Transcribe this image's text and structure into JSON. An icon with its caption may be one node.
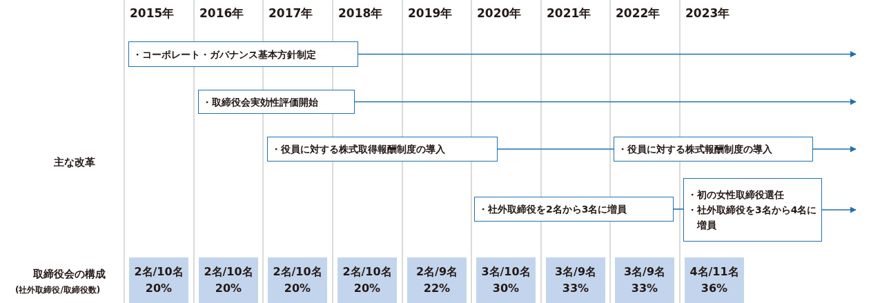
{
  "diagram": {
    "nodes": [
      {
        "text": [
          "・コーポレート・ガバナンス基本方針制定"
        ]
      },
      {
        "text": [
          "・取締役会実効性評価開始"
        ]
      },
      {
        "text": [
          "・役員に対する株式取得報酬制度の導入"
        ]
      },
      {
        "text": [
          "・役員に対する株式報酬制度の導入"
        ]
      },
      {
        "text": [
          "・社外取締役を2名から3名に増員"
        ]
      },
      {
        "text": [
          "・初の女性取締役選任",
          "・社外取締役を3名から4名に増員"
        ]
      },
      {
        "text": [
          "2名/10名",
          "20%"
        ]
      },
      {
        "text": [
          "2名/10名",
          "20%"
        ]
      },
      {
        "text": [
          "2名/10名",
          "20%"
        ]
      },
      {
        "text": [
          "2名/10名",
          "20%"
        ]
      },
      {
        "text": [
          "2名/9名",
          "22%"
        ]
      },
      {
        "text": [
          "3名/10名",
          "30%"
        ]
      },
      {
        "text": [
          "3名/9名",
          "33%"
        ]
      },
      {
        "text": [
          "3名/9名",
          "33%"
        ]
      },
      {
        "text": [
          "4名/11名",
          "36%"
        ]
      }
    ],
    "edges": [
      {
        "from": 0,
        "to": null,
        "arrow": "to"
      },
      {
        "from": 1,
        "to": null,
        "arrow": "to"
      },
      {
        "from": 2,
        "to": 3,
        "arrow": "none"
      },
      {
        "from": 3,
        "to": null,
        "arrow": "to"
      },
      {
        "from": 4,
        "to": 5,
        "arrow": "none"
      },
      {
        "from": 5,
        "to": null,
        "arrow": "to"
      }
    ],
    "labels": [
      "2015年",
      "2016年",
      "2017年",
      "2018年",
      "2019年",
      "2020年",
      "2021年",
      "2022年",
      "2023年",
      "主な改革",
      "取締役会の構成",
      "(社外取締役/取締役数)"
    ]
  }
}
